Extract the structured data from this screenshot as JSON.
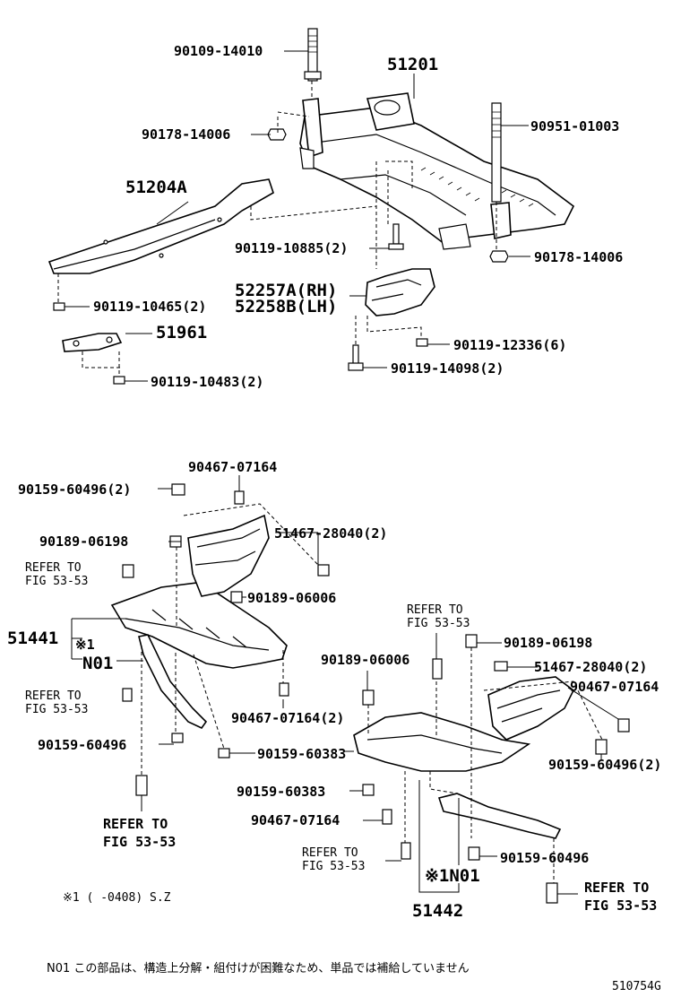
{
  "labels": {
    "p90109_14010": "90109-14010",
    "p51201": "51201",
    "p90178_14006_a": "90178-14006",
    "p90951_01003": "90951-01003",
    "p51204a": "51204A",
    "p90119_10885": "90119-10885(2)",
    "p90178_14006_b": "90178-14006",
    "p52257a": "52257A(RH)",
    "p52258b": "52258B(LH)",
    "p90119_10465": "90119-10465(2)",
    "p51961": "51961",
    "p90119_12336": "90119-12336(6)",
    "p90119_14098": "90119-14098(2)",
    "p90119_10483": "90119-10483(2)",
    "p90467_07164_a": "90467-07164",
    "p90159_60496_a": "90159-60496(2)",
    "p51467_28040_a": "51467-28040(2)",
    "p90189_06198_a": "90189-06198",
    "refer_a1": "REFER TO",
    "refer_a2": "FIG 53-53",
    "p90189_06006_a": "90189-06006",
    "p51441": "51441",
    "note_x1_a": "※1",
    "n01_a": "N01",
    "refer_b1": "REFER TO",
    "refer_b2": "FIG 53-53",
    "p90467_07164_b": "90467-07164(2)",
    "p90159_60496_b": "90159-60496",
    "p90159_60383_a": "90159-60383",
    "refer_c1": "REFER TO",
    "refer_c2": "FIG 53-53",
    "refer_d1": "REFER TO",
    "refer_d2": "FIG 53-53",
    "p90189_06198_b": "90189-06198",
    "p90189_06006_b": "90189-06006",
    "p51467_28040_b": "51467-28040(2)",
    "p90467_07164_c": "90467-07164",
    "p90159_60496_c": "90159-60496(2)",
    "p90159_60383_b": "90159-60383",
    "p90467_07164_d": "90467-07164",
    "refer_e1": "REFER TO",
    "refer_e2": "FIG 53-53",
    "p90159_60496_d": "90159-60496",
    "refer_f1": "REFER TO",
    "refer_f2": "FIG 53-53",
    "n01_b": "※1N01",
    "p51442": "51442"
  },
  "footnote": "※1 (     -0408) S.Z",
  "n01_note": "N01 この部品は、構造上分解・組付けが困難なため、単品では補給していません",
  "figure_code": "510754G"
}
